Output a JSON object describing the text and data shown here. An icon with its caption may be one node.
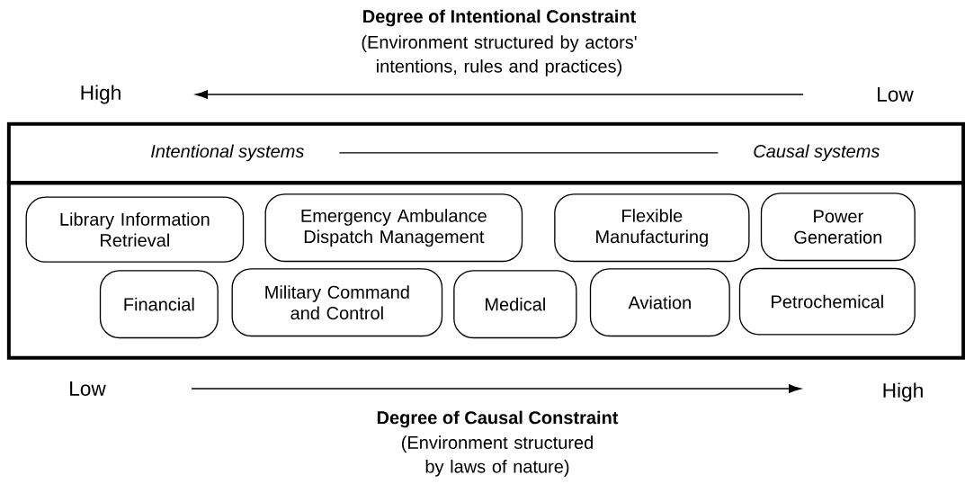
{
  "diagram": {
    "nodes": [
      {
        "text": [],
        "shape": "box"
      },
      {
        "text": [
          "Intentional systems"
        ],
        "in": 0
      },
      {
        "text": [
          "Causal systems"
        ],
        "in": 0
      },
      {
        "text": [],
        "shape": "box"
      },
      {
        "text": [
          "Library Information Retrieval"
        ],
        "in": 3
      },
      {
        "text": [
          "Emergency Ambulance Dispatch Management"
        ],
        "in": 3
      },
      {
        "text": [
          "Flexible Manufacturing"
        ],
        "in": 3
      },
      {
        "text": [
          "Power Generation"
        ],
        "in": 3
      },
      {
        "text": [
          "Financial"
        ],
        "in": 3
      },
      {
        "text": [
          "Military Command and Control"
        ],
        "in": 3
      },
      {
        "text": [
          "Medical"
        ],
        "in": 3
      },
      {
        "text": [
          "Aviation"
        ],
        "in": 3
      },
      {
        "text": [
          "Petrochemical"
        ],
        "in": 3
      }
    ],
    "edges": [
      {
        "from": 1,
        "to": 2,
        "arrow": "none"
      }
    ],
    "labels": [
      "Degree of Intentional Constraint",
      "(Environment structured by actors' intentions, rules and practices)",
      "High",
      "Low",
      "Low",
      "High",
      "Degree of Causal Constraint",
      "(Environment structured by laws of nature)"
    ]
  }
}
